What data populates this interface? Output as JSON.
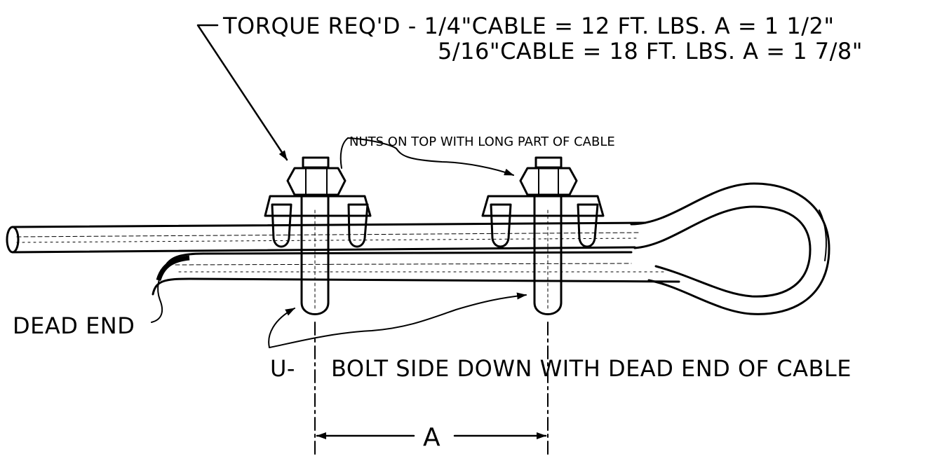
{
  "diagram": {
    "torque_line_1": "TORQUE REQ'D - 1/4\"CABLE = 12 FT. LBS. A = 1 1/2\"",
    "torque_line_2": "5/16\"CABLE = 18 FT. LBS. A = 1 7/8\"",
    "nuts_note": "NUTS ON TOP WITH LONG PART OF CABLE",
    "dead_end_label": "DEAD END",
    "u_bolt_prefix": "U-",
    "u_bolt_note": "BOLT SIDE DOWN WITH DEAD END OF CABLE",
    "dimension_label": "A"
  },
  "colors": {
    "ink": "#000000",
    "background": "#ffffff"
  }
}
